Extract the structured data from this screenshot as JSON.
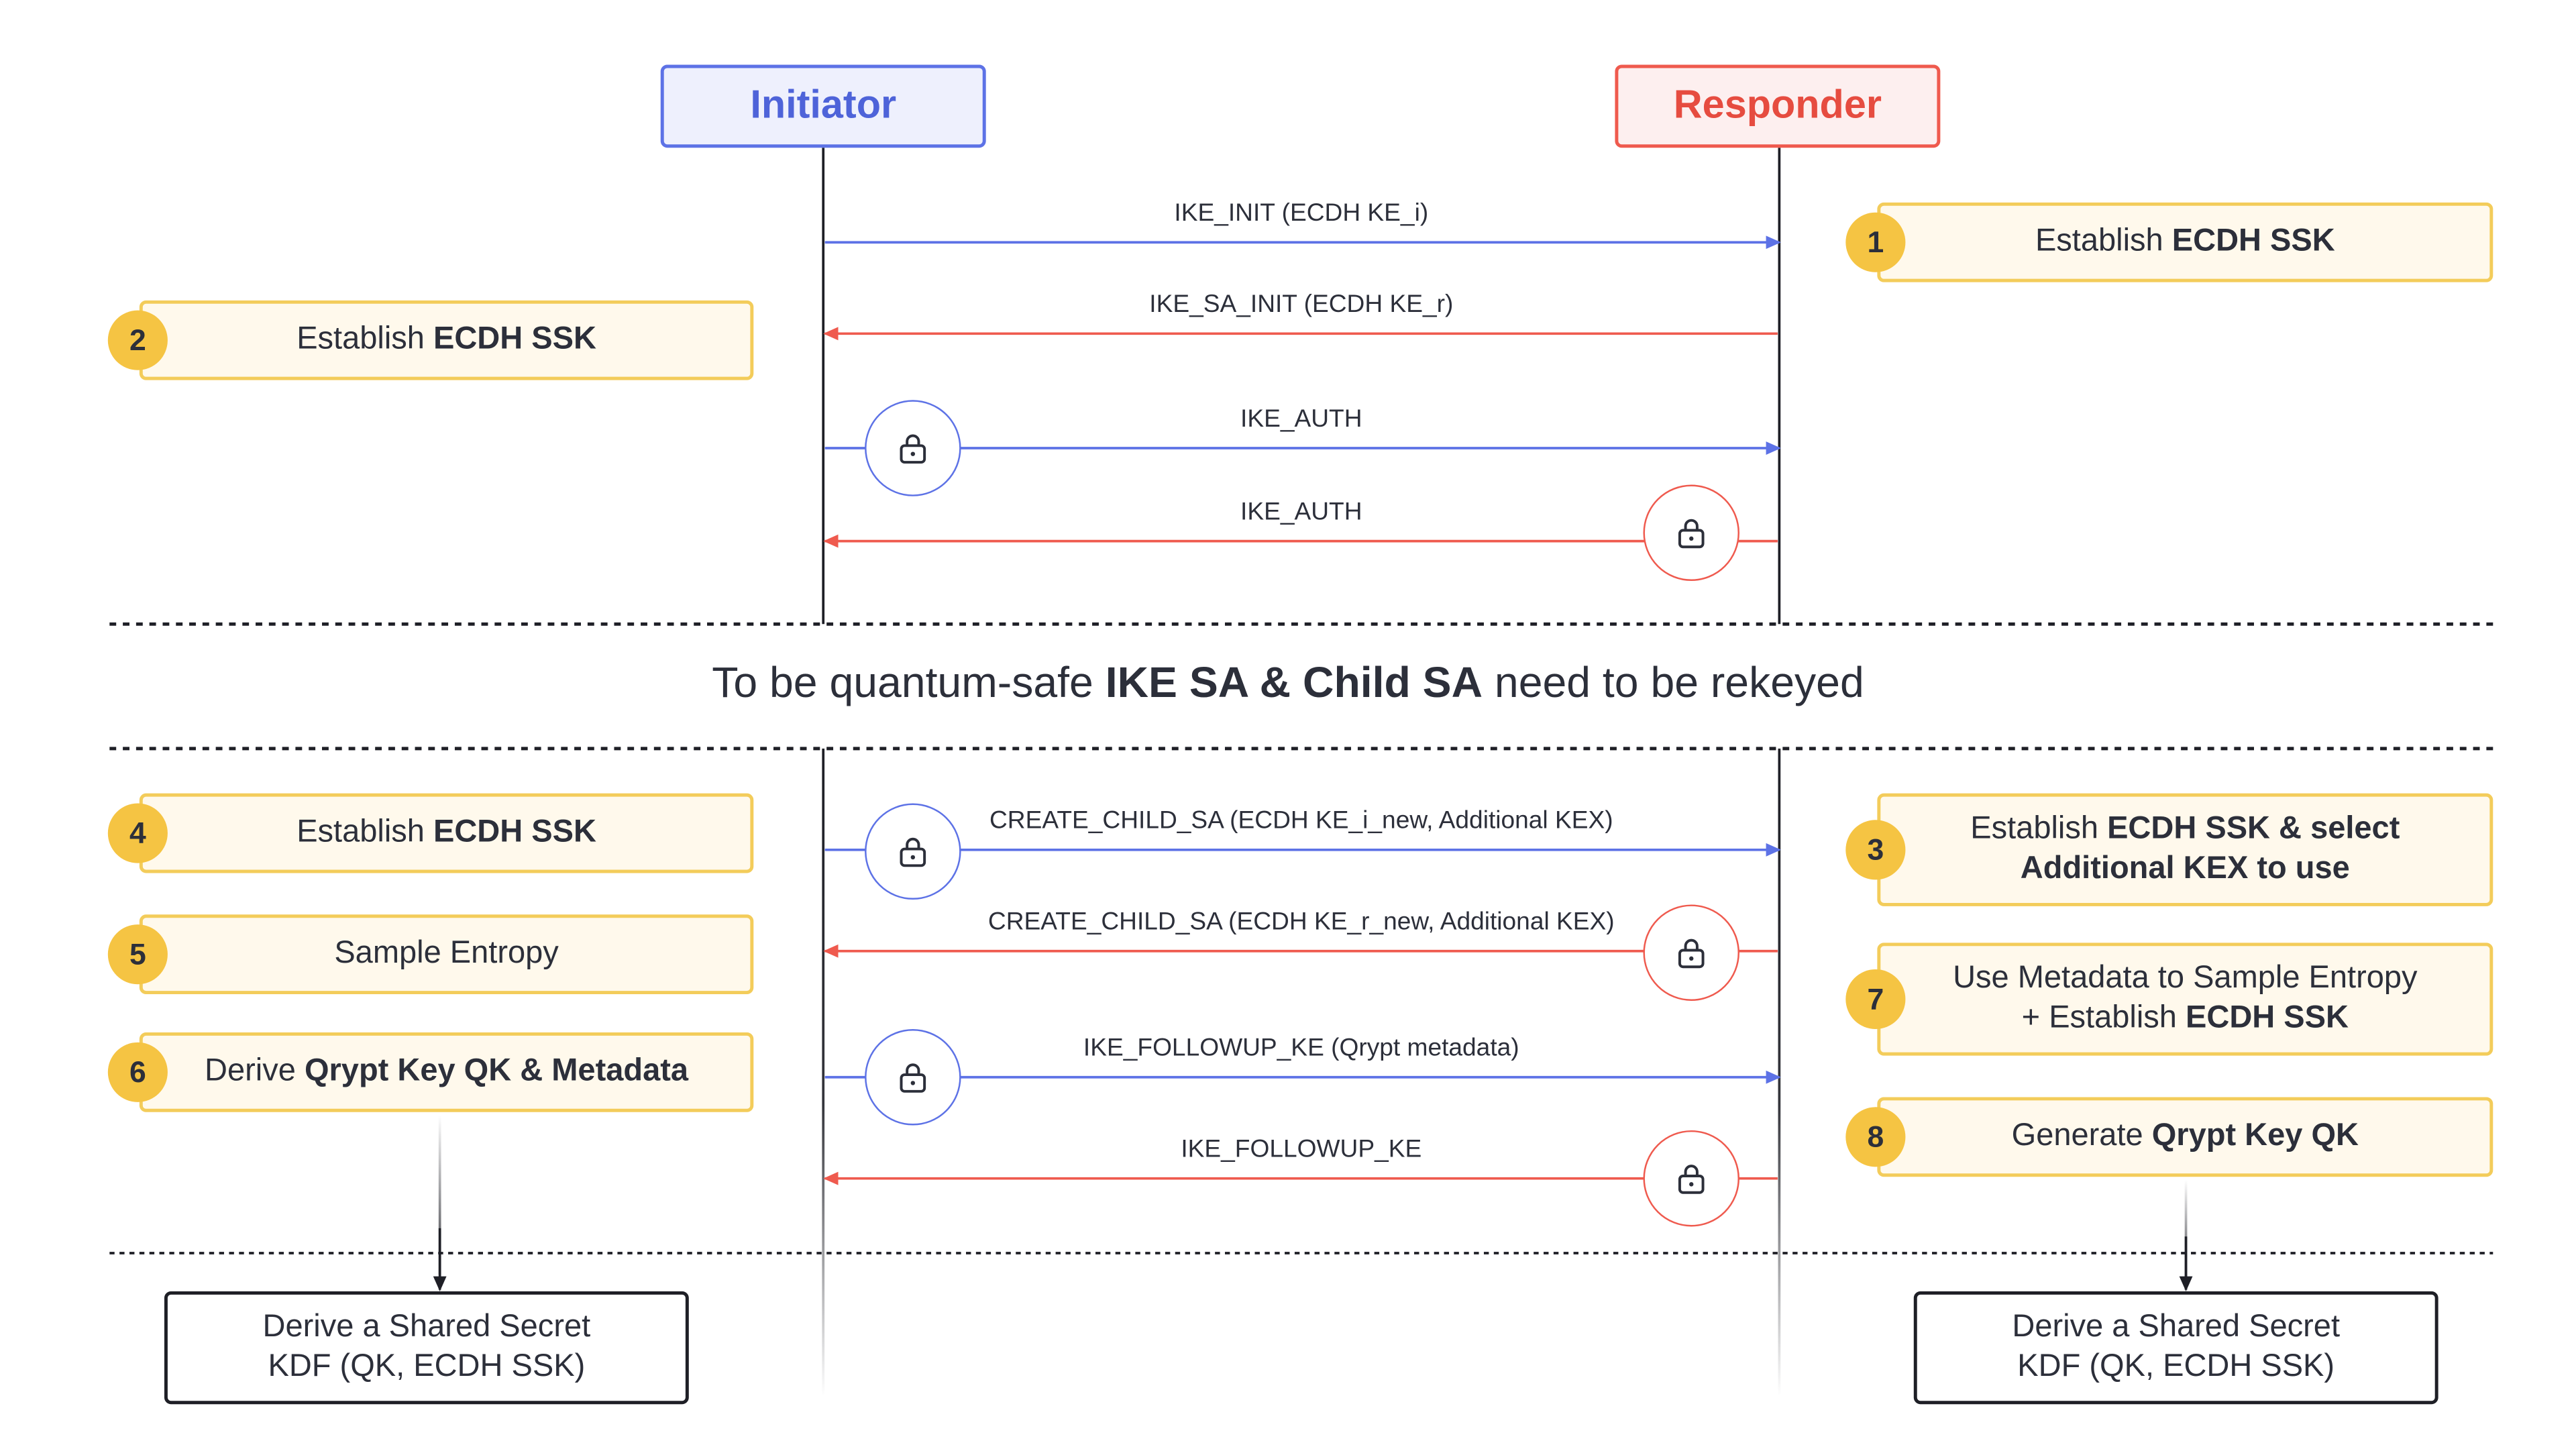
{
  "actors": {
    "initiator": "Initiator",
    "responder": "Responder"
  },
  "colors": {
    "initiator": "#5d72e6",
    "responder": "#ef5a4e",
    "step_fill": "#fff9ec",
    "step_border": "#f3cc5a",
    "badge": "#f5c443"
  },
  "messages": [
    {
      "label": "IKE_INIT (ECDH KE_i)",
      "direction": "to-responder",
      "encrypted": false
    },
    {
      "label": "IKE_SA_INIT (ECDH KE_r)",
      "direction": "to-initiator",
      "encrypted": false
    },
    {
      "label": "IKE_AUTH",
      "direction": "to-responder",
      "encrypted": true
    },
    {
      "label": "IKE_AUTH",
      "direction": "to-initiator",
      "encrypted": true
    },
    {
      "label": "CREATE_CHILD_SA (ECDH KE_i_new, Additional KEX)",
      "direction": "to-responder",
      "encrypted": true
    },
    {
      "label": "CREATE_CHILD_SA (ECDH KE_r_new, Additional KEX)",
      "direction": "to-initiator",
      "encrypted": true
    },
    {
      "label": "IKE_FOLLOWUP_KE (Qrypt metadata)",
      "direction": "to-responder",
      "encrypted": true
    },
    {
      "label": "IKE_FOLLOWUP_KE",
      "direction": "to-initiator",
      "encrypted": true
    }
  ],
  "steps": {
    "s1": {
      "num": "1",
      "pre": "Establish ",
      "bold": "ECDH SSK"
    },
    "s2": {
      "num": "2",
      "pre": "Establish ",
      "bold": "ECDH SSK"
    },
    "s3": {
      "num": "3",
      "pre": "Establish ",
      "bold": "ECDH SSK & select",
      "bold2": "Additional KEX to use"
    },
    "s4": {
      "num": "4",
      "pre": "Establish ",
      "bold": "ECDH SSK"
    },
    "s5": {
      "num": "5",
      "pre": "Sample Entropy"
    },
    "s6": {
      "num": "6",
      "pre": "Derive ",
      "bold": "Qrypt Key QK & Metadata"
    },
    "s7": {
      "num": "7",
      "line1": "Use Metadata to Sample Entropy",
      "pre": "+ Establish ",
      "bold": "ECDH SSK"
    },
    "s8": {
      "num": "8",
      "pre": "Generate ",
      "bold": "Qrypt Key QK"
    }
  },
  "banner": {
    "pre": "To be quantum-safe ",
    "bold": "IKE SA & Child SA",
    "post": " need to be rekeyed"
  },
  "results": {
    "left": {
      "line1": "Derive a Shared Secret",
      "line2": "KDF (QK, ECDH SSK)"
    },
    "right": {
      "line1": "Derive a Shared Secret",
      "line2": "KDF (QK, ECDH SSK)"
    }
  }
}
